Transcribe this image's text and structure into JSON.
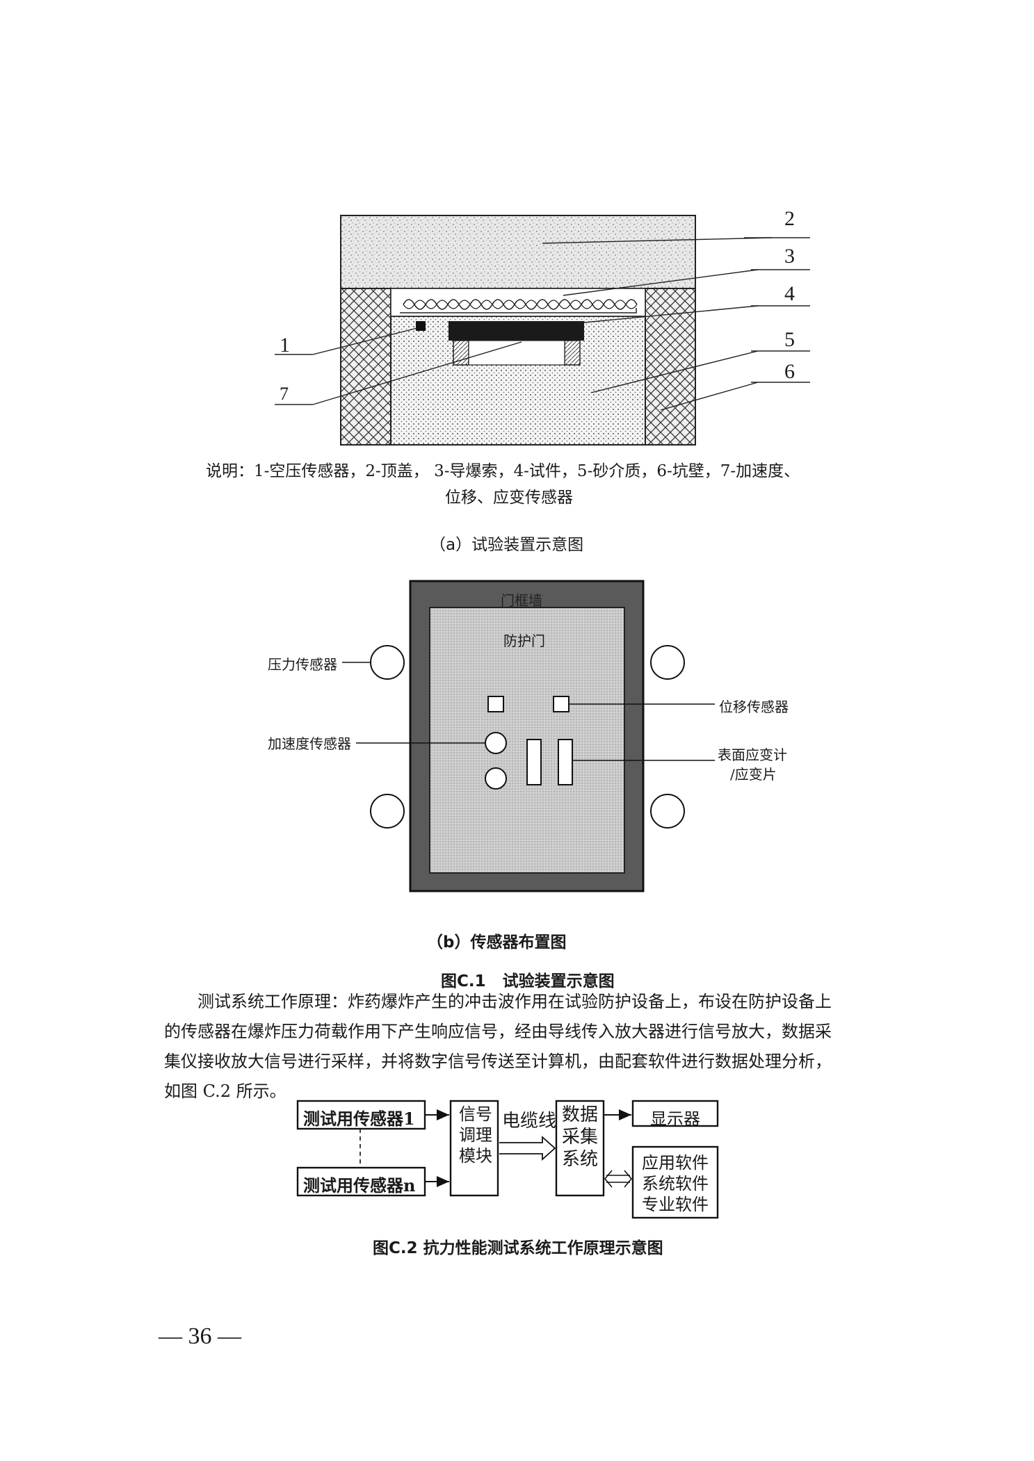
{
  "figure_a": {
    "numbers": [
      "1",
      "2",
      "3",
      "4",
      "5",
      "6",
      "7"
    ],
    "legend_line1": "说明：1-空压传感器，2-顶盖，  3-导爆索，4-试件，5-砂介质，6-坑壁，7-加速度、",
    "legend_line2": "位移、应变传感器",
    "subcaption": "（a）试验装置示意图"
  },
  "figure_b": {
    "frame_wall": "门框墙",
    "door": "防护门",
    "pressure_sensor": "压力传感器",
    "displacement_sensor": "位移传感器",
    "acceleration_sensor": "加速度传感器",
    "strain_line1": "表面应变计",
    "strain_line2": "/应变片",
    "subcaption": "（b）传感器布置图"
  },
  "figure_c1_caption": "图C.1   试验装置示意图",
  "paragraph": [
    "测试系统工作原理：炸药爆炸产生的冲击波作用在试验防护设备上，布设在防护设备上",
    "的传感器在爆炸压力荷载作用下产生响应信号，经由导线传入放大器进行信号放大，数据采",
    "集仪接收放大信号进行采样，并将数字信号传送至计算机，由配套软件进行数据处理分析，",
    "如图 C.2 所示。"
  ],
  "figure_c2": {
    "sensor1": "测试用传感器1",
    "sensorn": "测试用传感器n",
    "signal_module": [
      "信号",
      "调理",
      "模块"
    ],
    "cable": "电缆线",
    "daq": [
      "数据",
      "采集",
      "系统"
    ],
    "display": "显示器",
    "software": [
      "应用软件",
      "系统软件",
      "专业软件"
    ],
    "caption": "图C.2 抗力性能测试系统工作原理示意图"
  },
  "page_number": "— 36 —"
}
